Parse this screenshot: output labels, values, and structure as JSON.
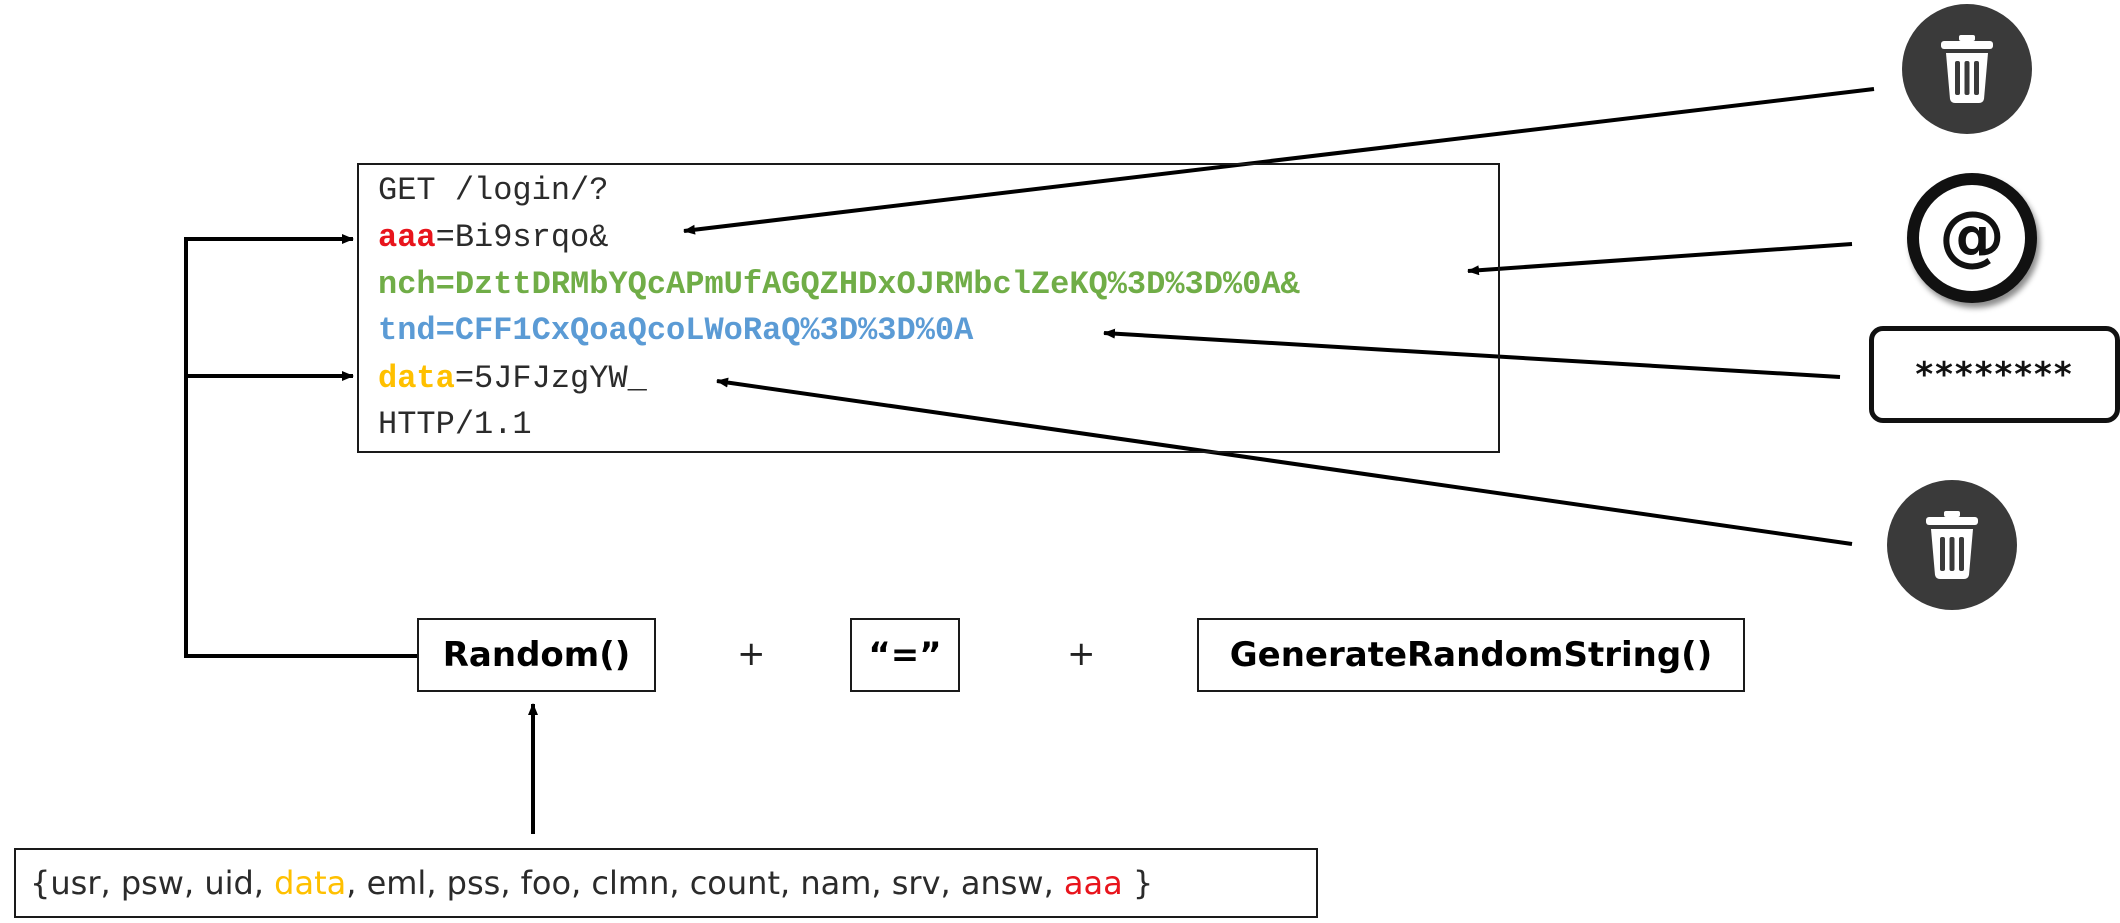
{
  "request": {
    "line1": "GET /login/?",
    "line2": {
      "key": "aaa",
      "rest": "=Bi9srqo&"
    },
    "line3": "nch=DzttDRMbYQcAPmUfAGQZHDxOJRMbclZeKQ%3D%3D%0A&",
    "line4": "tnd=CFF1CxQoaQcoLWoRaQ%3D%3D%0A",
    "line5": {
      "key": "data",
      "rest": "=5JFJzgYW_"
    },
    "line6": "HTTP/1.1"
  },
  "formula": {
    "random": "Random()",
    "plus1": "+",
    "equals": "“=”",
    "plus2": "+",
    "generate": "GenerateRandomString()"
  },
  "param_names": {
    "open": "{usr, psw, uid, ",
    "data": "data",
    "mid": ", eml, pss, foo, clmn, count, nam, srv, answ, ",
    "aaa": "aaa",
    "close": " }"
  },
  "icons": {
    "top": "trash-icon",
    "email": "at-sign-icon",
    "password_mask": "********",
    "bottom": "trash-icon"
  },
  "colors": {
    "red": "#e8141c",
    "green": "#70ad47",
    "blue": "#5b9bd5",
    "orange": "#ffc000"
  }
}
